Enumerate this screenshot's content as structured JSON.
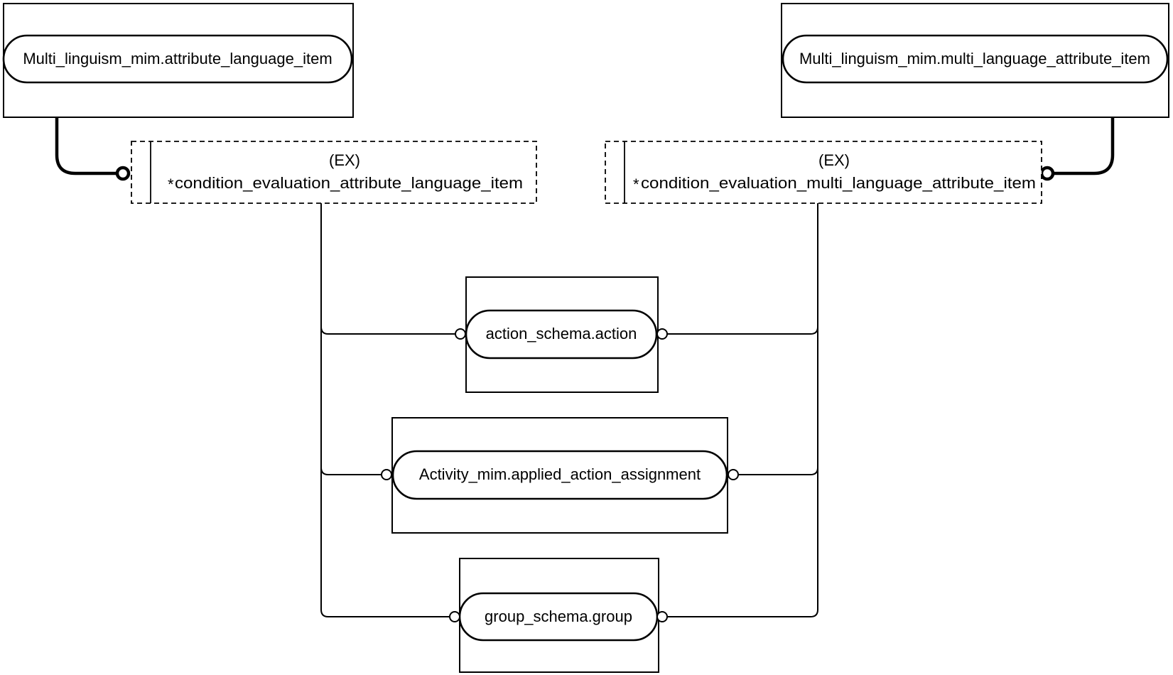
{
  "external_entities": {
    "left": "Multi_linguism_mim.attribute_language_item",
    "right": "Multi_linguism_mim.multi_language_attribute_item"
  },
  "select_types": {
    "left": {
      "tag": "(EX)",
      "asterisk": "*",
      "name": "condition_evaluation_attribute_language_item"
    },
    "right": {
      "tag": "(EX)",
      "asterisk": "*",
      "name": "condition_evaluation_multi_language_attribute_item"
    }
  },
  "entities": [
    "action_schema.action",
    "Activity_mim.applied_action_assignment",
    "group_schema.group"
  ]
}
